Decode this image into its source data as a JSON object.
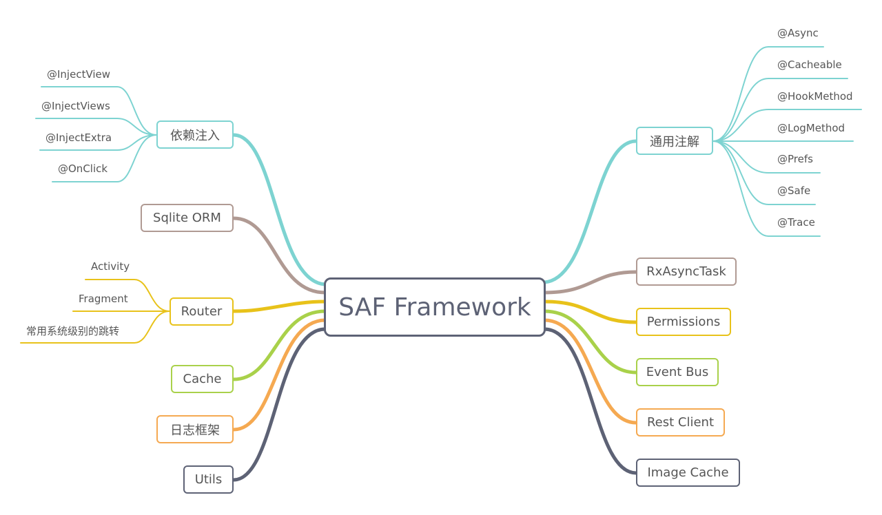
{
  "colors": {
    "teal": "#7dd3d1",
    "brown": "#b09a93",
    "yellow": "#e8c21a",
    "green": "#a9d14a",
    "orange": "#f5a951",
    "slate": "#5d6275"
  },
  "center": {
    "label": "SAF Framework"
  },
  "topics": {
    "di": {
      "label": "依赖注入",
      "children": [
        "@InjectView",
        "@InjectViews",
        "@InjectExtra",
        "@OnClick"
      ]
    },
    "orm": {
      "label": "Sqlite ORM"
    },
    "router": {
      "label": "Router",
      "children": [
        "Activity",
        "Fragment",
        "常用系统级别的跳转"
      ]
    },
    "cache": {
      "label": "Cache"
    },
    "log": {
      "label": "日志框架"
    },
    "utils": {
      "label": "Utils"
    },
    "annotations": {
      "label": "通用注解",
      "children": [
        "@Async",
        "@Cacheable",
        "@HookMethod",
        "@LogMethod",
        "@Prefs",
        "@Safe",
        "@Trace"
      ]
    },
    "rx": {
      "label": "RxAsyncTask"
    },
    "perm": {
      "label": "Permissions"
    },
    "bus": {
      "label": "Event Bus"
    },
    "rest": {
      "label": "Rest Client"
    },
    "image": {
      "label": "Image Cache"
    }
  }
}
